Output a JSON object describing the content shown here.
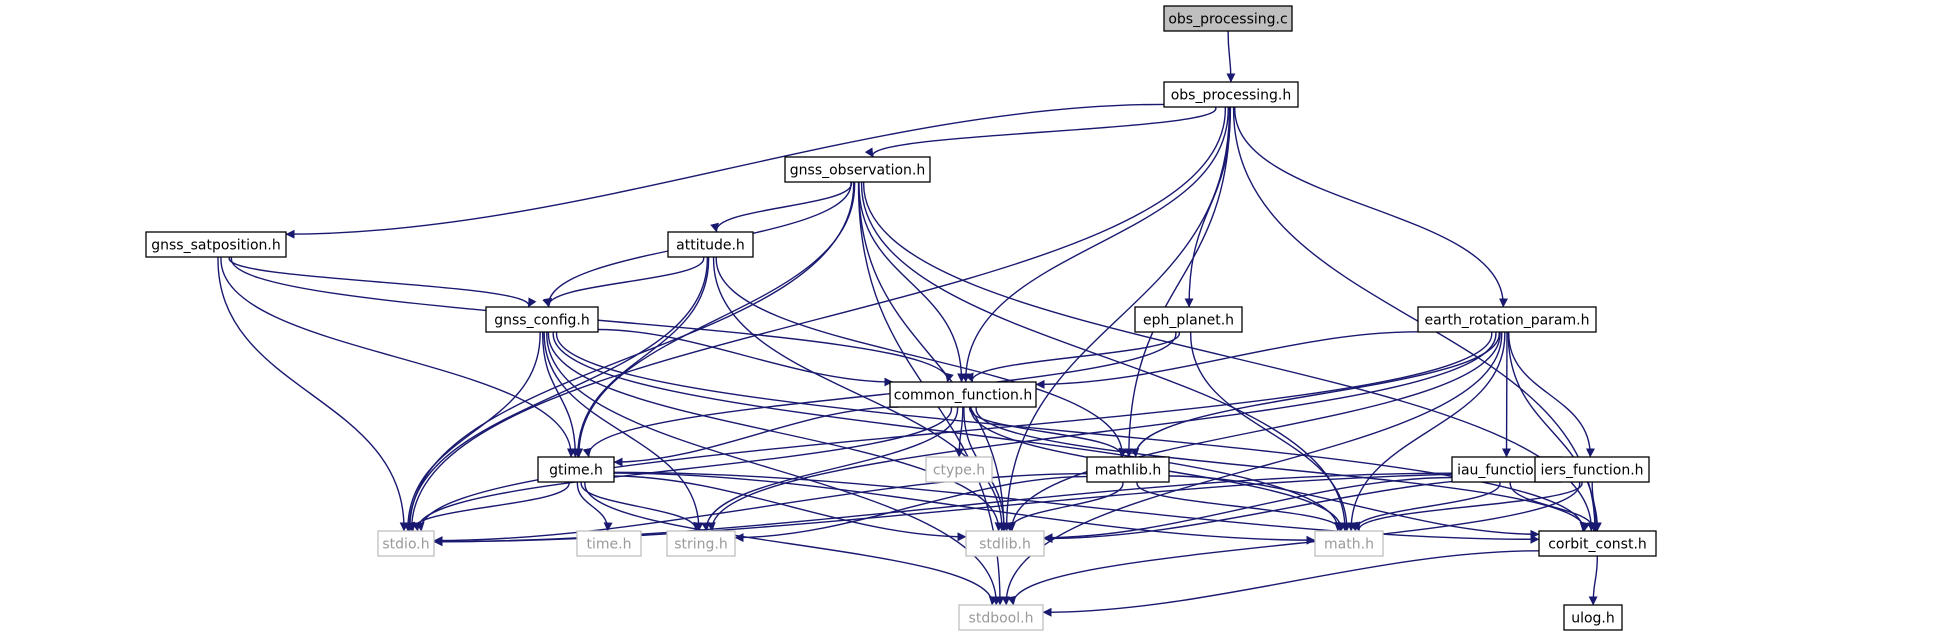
{
  "graph": {
    "title": "",
    "colors": {
      "edge": "#191970",
      "node_border": "#000000",
      "root_fill": "#bfbfbf",
      "system_border": "#bfbfbf",
      "system_text": "#9a9a9a",
      "text": "#000000"
    },
    "nodes": [
      {
        "id": "obs_processing_c",
        "label": "obs_processing.c",
        "kind": "root"
      },
      {
        "id": "obs_processing_h",
        "label": "obs_processing.h",
        "kind": "local"
      },
      {
        "id": "gnss_observation_h",
        "label": "gnss_observation.h",
        "kind": "local"
      },
      {
        "id": "gnss_satposition_h",
        "label": "gnss_satposition.h",
        "kind": "local"
      },
      {
        "id": "attitude_h",
        "label": "attitude.h",
        "kind": "local"
      },
      {
        "id": "gnss_config_h",
        "label": "gnss_config.h",
        "kind": "local"
      },
      {
        "id": "eph_planet_h",
        "label": "eph_planet.h",
        "kind": "local"
      },
      {
        "id": "earth_rotation_param_h",
        "label": "earth_rotation_param.h",
        "kind": "local"
      },
      {
        "id": "common_function_h",
        "label": "common_function.h",
        "kind": "local"
      },
      {
        "id": "gtime_h",
        "label": "gtime.h",
        "kind": "local"
      },
      {
        "id": "ctype_h",
        "label": "ctype.h",
        "kind": "system"
      },
      {
        "id": "mathlib_h",
        "label": "mathlib.h",
        "kind": "local"
      },
      {
        "id": "iau_function_h",
        "label": "iau_function.h",
        "kind": "local"
      },
      {
        "id": "iers_function_h",
        "label": "iers_function.h",
        "kind": "local"
      },
      {
        "id": "stdio_h",
        "label": "stdio.h",
        "kind": "system"
      },
      {
        "id": "time_h",
        "label": "time.h",
        "kind": "system"
      },
      {
        "id": "string_h",
        "label": "string.h",
        "kind": "system"
      },
      {
        "id": "stdlib_h",
        "label": "stdlib.h",
        "kind": "system"
      },
      {
        "id": "math_h",
        "label": "math.h",
        "kind": "system"
      },
      {
        "id": "corbit_const_h",
        "label": "corbit_const.h",
        "kind": "local"
      },
      {
        "id": "ulog_h",
        "label": "ulog.h",
        "kind": "local"
      },
      {
        "id": "stdbool_h",
        "label": "stdbool.h",
        "kind": "system"
      }
    ],
    "edges": [
      [
        "obs_processing_c",
        "obs_processing_h"
      ],
      [
        "obs_processing_h",
        "gnss_observation_h"
      ],
      [
        "obs_processing_h",
        "gnss_satposition_h"
      ],
      [
        "obs_processing_h",
        "stdio_h"
      ],
      [
        "obs_processing_h",
        "common_function_h"
      ],
      [
        "obs_processing_h",
        "eph_planet_h"
      ],
      [
        "obs_processing_h",
        "mathlib_h"
      ],
      [
        "obs_processing_h",
        "stdlib_h"
      ],
      [
        "obs_processing_h",
        "earth_rotation_param_h"
      ],
      [
        "obs_processing_h",
        "corbit_const_h"
      ],
      [
        "gnss_observation_h",
        "attitude_h"
      ],
      [
        "gnss_observation_h",
        "gnss_config_h"
      ],
      [
        "gnss_observation_h",
        "gtime_h"
      ],
      [
        "gnss_observation_h",
        "common_function_h"
      ],
      [
        "gnss_observation_h",
        "stdlib_h"
      ],
      [
        "gnss_observation_h",
        "stdio_h"
      ],
      [
        "gnss_observation_h",
        "stdbool_h"
      ],
      [
        "gnss_observation_h",
        "math_h"
      ],
      [
        "gnss_observation_h",
        "corbit_const_h"
      ],
      [
        "gnss_satposition_h",
        "gnss_config_h"
      ],
      [
        "gnss_satposition_h",
        "gtime_h"
      ],
      [
        "gnss_satposition_h",
        "stdio_h"
      ],
      [
        "gnss_satposition_h",
        "common_function_h"
      ],
      [
        "attitude_h",
        "gnss_config_h"
      ],
      [
        "attitude_h",
        "gtime_h"
      ],
      [
        "attitude_h",
        "stdlib_h"
      ],
      [
        "attitude_h",
        "mathlib_h"
      ],
      [
        "attitude_h",
        "stdio_h"
      ],
      [
        "gnss_config_h",
        "common_function_h"
      ],
      [
        "gnss_config_h",
        "gtime_h"
      ],
      [
        "gnss_config_h",
        "stdio_h"
      ],
      [
        "gnss_config_h",
        "string_h"
      ],
      [
        "gnss_config_h",
        "stdlib_h"
      ],
      [
        "gnss_config_h",
        "stdbool_h"
      ],
      [
        "gnss_config_h",
        "math_h"
      ],
      [
        "gnss_config_h",
        "corbit_const_h"
      ],
      [
        "eph_planet_h",
        "common_function_h"
      ],
      [
        "eph_planet_h",
        "gtime_h"
      ],
      [
        "eph_planet_h",
        "math_h"
      ],
      [
        "earth_rotation_param_h",
        "common_function_h"
      ],
      [
        "earth_rotation_param_h",
        "mathlib_h"
      ],
      [
        "earth_rotation_param_h",
        "iau_function_h"
      ],
      [
        "earth_rotation_param_h",
        "iers_function_h"
      ],
      [
        "earth_rotation_param_h",
        "stdio_h"
      ],
      [
        "earth_rotation_param_h",
        "string_h"
      ],
      [
        "earth_rotation_param_h",
        "stdlib_h"
      ],
      [
        "earth_rotation_param_h",
        "math_h"
      ],
      [
        "earth_rotation_param_h",
        "corbit_const_h"
      ],
      [
        "earth_rotation_param_h",
        "stdbool_h"
      ],
      [
        "common_function_h",
        "gtime_h"
      ],
      [
        "common_function_h",
        "ctype_h"
      ],
      [
        "common_function_h",
        "mathlib_h"
      ],
      [
        "common_function_h",
        "stdio_h"
      ],
      [
        "common_function_h",
        "string_h"
      ],
      [
        "common_function_h",
        "stdlib_h"
      ],
      [
        "common_function_h",
        "math_h"
      ],
      [
        "common_function_h",
        "corbit_const_h"
      ],
      [
        "gtime_h",
        "stdio_h"
      ],
      [
        "gtime_h",
        "time_h"
      ],
      [
        "gtime_h",
        "string_h"
      ],
      [
        "gtime_h",
        "stdlib_h"
      ],
      [
        "gtime_h",
        "math_h"
      ],
      [
        "gtime_h",
        "corbit_const_h"
      ],
      [
        "gtime_h",
        "stdbool_h"
      ],
      [
        "mathlib_h",
        "stdio_h"
      ],
      [
        "mathlib_h",
        "string_h"
      ],
      [
        "mathlib_h",
        "stdlib_h"
      ],
      [
        "mathlib_h",
        "math_h"
      ],
      [
        "mathlib_h",
        "corbit_const_h"
      ],
      [
        "iau_function_h",
        "stdio_h"
      ],
      [
        "iau_function_h",
        "stdlib_h"
      ],
      [
        "iau_function_h",
        "math_h"
      ],
      [
        "iau_function_h",
        "corbit_const_h"
      ],
      [
        "iers_function_h",
        "stdio_h"
      ],
      [
        "iers_function_h",
        "stdlib_h"
      ],
      [
        "iers_function_h",
        "math_h"
      ],
      [
        "iers_function_h",
        "corbit_const_h"
      ],
      [
        "iers_function_h",
        "stdbool_h"
      ],
      [
        "corbit_const_h",
        "ulog_h"
      ],
      [
        "corbit_const_h",
        "stdbool_h"
      ]
    ]
  }
}
